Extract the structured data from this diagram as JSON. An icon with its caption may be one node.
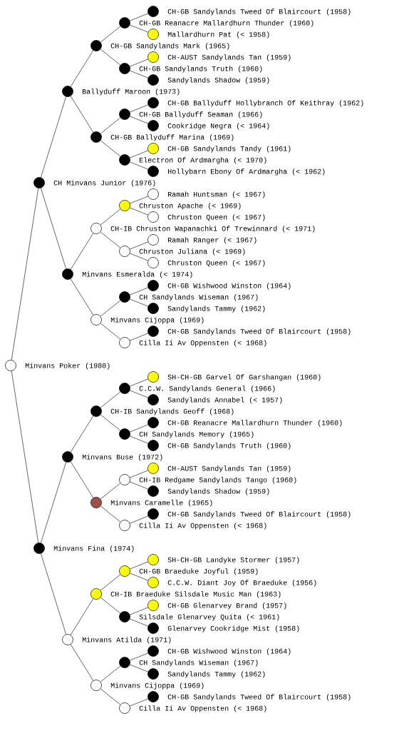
{
  "diagram": {
    "nodes": [
      {
        "text": [
          "CH-GB Sandylands Tweed Of Blaircourt (1958)"
        ]
      },
      {
        "text": [
          "CH-GB Reanacre Mallardhurn Thunder (1960)"
        ]
      },
      {
        "text": [
          "Mallardhurn Pat (< 1958)"
        ]
      },
      {
        "text": [
          "CH-GB Sandylands Mark (1965)"
        ]
      },
      {
        "text": [
          "CH-AUST Sandylands Tan (1959)"
        ]
      },
      {
        "text": [
          "CH-GB Sandylands Truth (1960)"
        ]
      },
      {
        "text": [
          "Sandylands Shadow (1959)"
        ]
      },
      {
        "text": [
          "Ballyduff Maroon (1973)"
        ]
      },
      {
        "text": [
          "CH-GB Ballyduff Hollybranch Of Keithray (1962)"
        ]
      },
      {
        "text": [
          "CH-GB Ballyduff Seaman (1966)"
        ]
      },
      {
        "text": [
          "Cookridge Negra (< 1964)"
        ]
      },
      {
        "text": [
          "CH-GB Ballyduff Marina (1969)"
        ]
      },
      {
        "text": [
          "CH-GB Sandylands Tandy (1961)"
        ]
      },
      {
        "text": [
          "Electron Of Ardmargha (< 1970)"
        ]
      },
      {
        "text": [
          "Hollybarn Ebony Of Ardmargha (< 1962)"
        ]
      },
      {
        "text": [
          "CH Minvans Junior (1976)"
        ]
      },
      {
        "text": [
          "Ramah Huntsman (< 1967)"
        ]
      },
      {
        "text": [
          "Chruston Apache (< 1969)"
        ]
      },
      {
        "text": [
          "Chruston Queen (< 1967)"
        ]
      },
      {
        "text": [
          "CH-IB Chruston Wapanachki Of Trewinnard (< 1971)"
        ]
      },
      {
        "text": [
          "Ramah Ranger (< 1967)"
        ]
      },
      {
        "text": [
          "Chruston Juliana (< 1969)"
        ]
      },
      {
        "text": [
          "Chruston Queen (< 1967)"
        ]
      },
      {
        "text": [
          "Minvans Esmeralda (< 1974)"
        ]
      },
      {
        "text": [
          "CH-GB Wishwood Winston (1964)"
        ]
      },
      {
        "text": [
          "CH Sandylands Wiseman (1967)"
        ]
      },
      {
        "text": [
          "Sandylands Tammy (1962)"
        ]
      },
      {
        "text": [
          "Minvans Cijoppa (1969)"
        ]
      },
      {
        "text": [
          "CH-GB Sandylands Tweed Of Blaircourt (1958)"
        ]
      },
      {
        "text": [
          "Cilla Ii Av Oppensten (< 1968)"
        ]
      },
      {
        "text": [
          "Minvans Poker (1980)"
        ]
      },
      {
        "text": [
          "SH-CH-GB Garvel Of Garshangan (1960)"
        ]
      },
      {
        "text": [
          "C.C.W. Sandylands General (1966)"
        ]
      },
      {
        "text": [
          "Sandylands Annabel (< 1957)"
        ]
      },
      {
        "text": [
          "CH-IB Sandylands Geoff (1968)"
        ]
      },
      {
        "text": [
          "CH-GB Reanacre Mallardhurn Thunder (1960)"
        ]
      },
      {
        "text": [
          "CH Sandylands Memory (1965)"
        ]
      },
      {
        "text": [
          "CH-GB Sandylands Truth (1960)"
        ]
      },
      {
        "text": [
          "Minvans Buse (1972)"
        ]
      },
      {
        "text": [
          "CH-AUST Sandylands Tan (1959)"
        ]
      },
      {
        "text": [
          "CH-IB Redgame Sandylands Tango (1960)"
        ]
      },
      {
        "text": [
          "Sandylands Shadow (1959)"
        ]
      },
      {
        "text": [
          "Minvans Caramelle (1965)"
        ]
      },
      {
        "text": [
          "CH-GB Sandylands Tweed Of Blaircourt (1958)"
        ]
      },
      {
        "text": [
          "Cilla Ii Av Oppensten (< 1968)"
        ]
      },
      {
        "text": [
          "Minvans Fina (1974)"
        ]
      },
      {
        "text": [
          "SH-CH-GB Landyke Stormer (1957)"
        ]
      },
      {
        "text": [
          "CH-GB Braeduke Joyful (1959)"
        ]
      },
      {
        "text": [
          "C.C.W. Diant Joy Of Braeduke (1956)"
        ]
      },
      {
        "text": [
          "CH-IB Braeduke Silsdale Music Man (1963)"
        ]
      },
      {
        "text": [
          "CH-GB Glenarvey Brand (1957)"
        ]
      },
      {
        "text": [
          "Silsdale Glenarvey Quita (< 1961)"
        ]
      },
      {
        "text": [
          "Glenarvey Cookridge Mist (1958)"
        ]
      },
      {
        "text": [
          "Minvans Atilda (1971)"
        ]
      },
      {
        "text": [
          "CH-GB Wishwood Winston (1964)"
        ]
      },
      {
        "text": [
          "CH Sandylands Wiseman (1967)"
        ]
      },
      {
        "text": [
          "Sandylands Tammy (1962)"
        ]
      },
      {
        "text": [
          "Minvans Cijoppa (1969)"
        ]
      },
      {
        "text": [
          "CH-GB Sandylands Tweed Of Blaircourt (1958)"
        ]
      },
      {
        "text": [
          "Cilla Ii Av Oppensten (< 1968)"
        ]
      }
    ],
    "edges": [
      {
        "from": 1,
        "to": 0,
        "arrow": "none"
      },
      {
        "from": 3,
        "to": 1,
        "arrow": "none"
      },
      {
        "from": 1,
        "to": 2,
        "arrow": "none"
      },
      {
        "from": 7,
        "to": 3,
        "arrow": "none"
      },
      {
        "from": 5,
        "to": 4,
        "arrow": "none"
      },
      {
        "from": 3,
        "to": 5,
        "arrow": "none"
      },
      {
        "from": 5,
        "to": 6,
        "arrow": "none"
      },
      {
        "from": 15,
        "to": 7,
        "arrow": "none"
      },
      {
        "from": 9,
        "to": 8,
        "arrow": "none"
      },
      {
        "from": 11,
        "to": 9,
        "arrow": "none"
      },
      {
        "from": 9,
        "to": 10,
        "arrow": "none"
      },
      {
        "from": 7,
        "to": 11,
        "arrow": "none"
      },
      {
        "from": 13,
        "to": 12,
        "arrow": "none"
      },
      {
        "from": 11,
        "to": 13,
        "arrow": "none"
      },
      {
        "from": 13,
        "to": 14,
        "arrow": "none"
      },
      {
        "from": 30,
        "to": 15,
        "arrow": "none"
      },
      {
        "from": 17,
        "to": 16,
        "arrow": "none"
      },
      {
        "from": 19,
        "to": 17,
        "arrow": "none"
      },
      {
        "from": 17,
        "to": 18,
        "arrow": "none"
      },
      {
        "from": 23,
        "to": 19,
        "arrow": "none"
      },
      {
        "from": 21,
        "to": 20,
        "arrow": "none"
      },
      {
        "from": 19,
        "to": 21,
        "arrow": "none"
      },
      {
        "from": 21,
        "to": 22,
        "arrow": "none"
      },
      {
        "from": 15,
        "to": 23,
        "arrow": "none"
      },
      {
        "from": 25,
        "to": 24,
        "arrow": "none"
      },
      {
        "from": 27,
        "to": 25,
        "arrow": "none"
      },
      {
        "from": 25,
        "to": 26,
        "arrow": "none"
      },
      {
        "from": 23,
        "to": 27,
        "arrow": "none"
      },
      {
        "from": 29,
        "to": 28,
        "arrow": "none"
      },
      {
        "from": 27,
        "to": 29,
        "arrow": "none"
      },
      {
        "from": 32,
        "to": 31,
        "arrow": "none"
      },
      {
        "from": 34,
        "to": 32,
        "arrow": "none"
      },
      {
        "from": 32,
        "to": 33,
        "arrow": "none"
      },
      {
        "from": 38,
        "to": 34,
        "arrow": "none"
      },
      {
        "from": 36,
        "to": 35,
        "arrow": "none"
      },
      {
        "from": 34,
        "to": 36,
        "arrow": "none"
      },
      {
        "from": 36,
        "to": 37,
        "arrow": "none"
      },
      {
        "from": 45,
        "to": 38,
        "arrow": "none"
      },
      {
        "from": 40,
        "to": 39,
        "arrow": "none"
      },
      {
        "from": 42,
        "to": 40,
        "arrow": "none"
      },
      {
        "from": 40,
        "to": 41,
        "arrow": "none"
      },
      {
        "from": 38,
        "to": 42,
        "arrow": "none"
      },
      {
        "from": 44,
        "to": 43,
        "arrow": "none"
      },
      {
        "from": 42,
        "to": 44,
        "arrow": "none"
      },
      {
        "from": 30,
        "to": 45,
        "arrow": "none"
      },
      {
        "from": 47,
        "to": 46,
        "arrow": "none"
      },
      {
        "from": 49,
        "to": 47,
        "arrow": "none"
      },
      {
        "from": 47,
        "to": 48,
        "arrow": "none"
      },
      {
        "from": 53,
        "to": 49,
        "arrow": "none"
      },
      {
        "from": 51,
        "to": 50,
        "arrow": "none"
      },
      {
        "from": 49,
        "to": 51,
        "arrow": "none"
      },
      {
        "from": 51,
        "to": 52,
        "arrow": "none"
      },
      {
        "from": 45,
        "to": 53,
        "arrow": "none"
      },
      {
        "from": 55,
        "to": 54,
        "arrow": "none"
      },
      {
        "from": 57,
        "to": 55,
        "arrow": "none"
      },
      {
        "from": 55,
        "to": 56,
        "arrow": "none"
      },
      {
        "from": 53,
        "to": 57,
        "arrow": "none"
      },
      {
        "from": 59,
        "to": 58,
        "arrow": "none"
      },
      {
        "from": 57,
        "to": 59,
        "arrow": "none"
      }
    ]
  }
}
